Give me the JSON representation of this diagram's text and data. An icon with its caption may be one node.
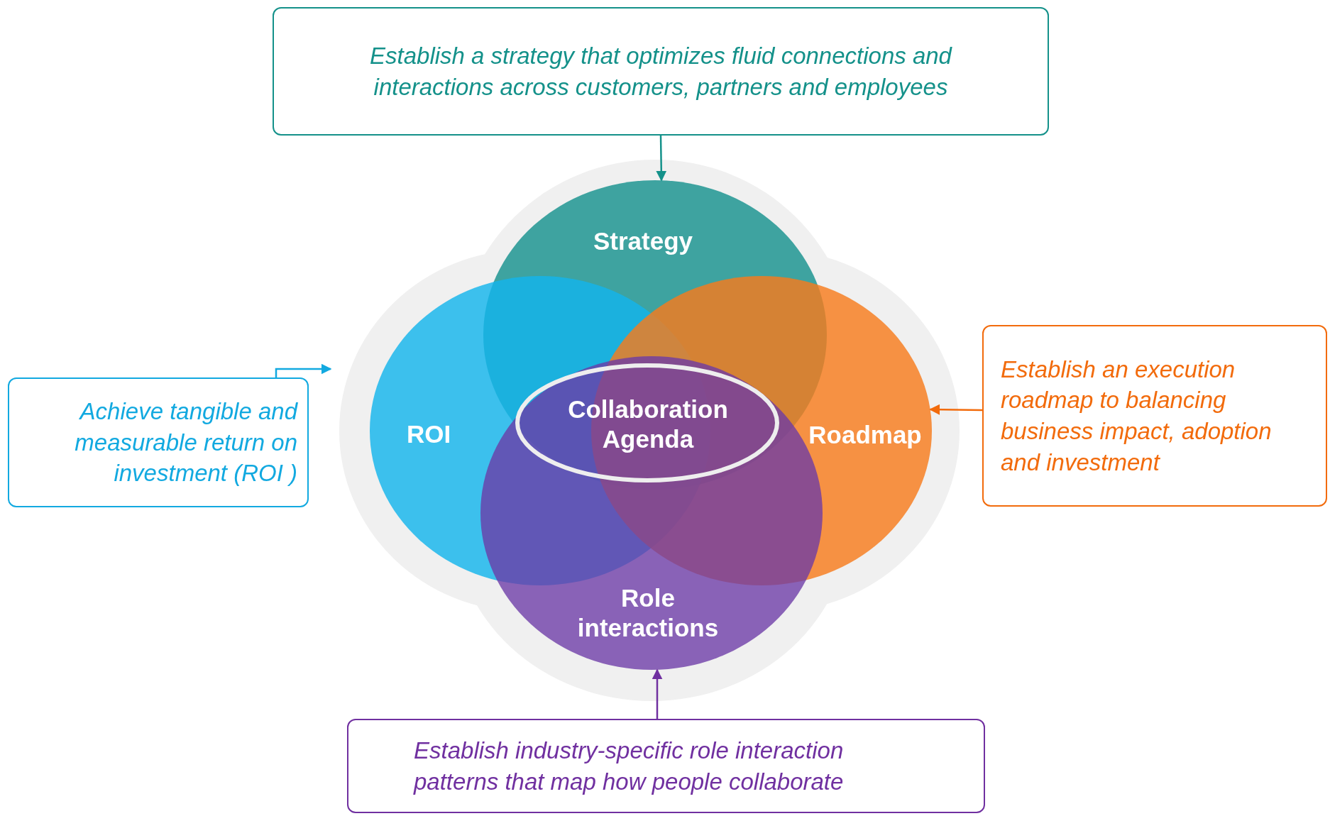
{
  "diagram": {
    "nodes": [
      {
        "text": [
          "Establish a strategy that optimizes fluid connections and interactions across customers, partners and employees"
        ]
      },
      {
        "text": [
          "Strategy"
        ]
      },
      {
        "text": [
          "ROI"
        ]
      },
      {
        "text": [
          "Collaboration Agenda"
        ]
      },
      {
        "text": [
          "Roadmap"
        ]
      },
      {
        "text": [
          "Establish an execution roadmap to balancing business impact, adoption and investment"
        ]
      },
      {
        "text": [
          "Achieve tangible and measurable return on investment (ROI )"
        ]
      },
      {
        "text": [
          "Role interactions"
        ]
      },
      {
        "text": [
          "Establish industry-specific role interaction patterns that map how people collaborate"
        ]
      }
    ],
    "edges": [
      {
        "from": 0,
        "to": 1,
        "arrow": "to",
        "color": "#14918a"
      },
      {
        "from": 6,
        "to": null,
        "arrow": "to",
        "color": "#12a9e0"
      },
      {
        "from": 5,
        "to": 4,
        "arrow": "to",
        "color": "#f26b0c"
      },
      {
        "from": 8,
        "to": 7,
        "arrow": "to",
        "color": "#7030a0"
      }
    ]
  }
}
